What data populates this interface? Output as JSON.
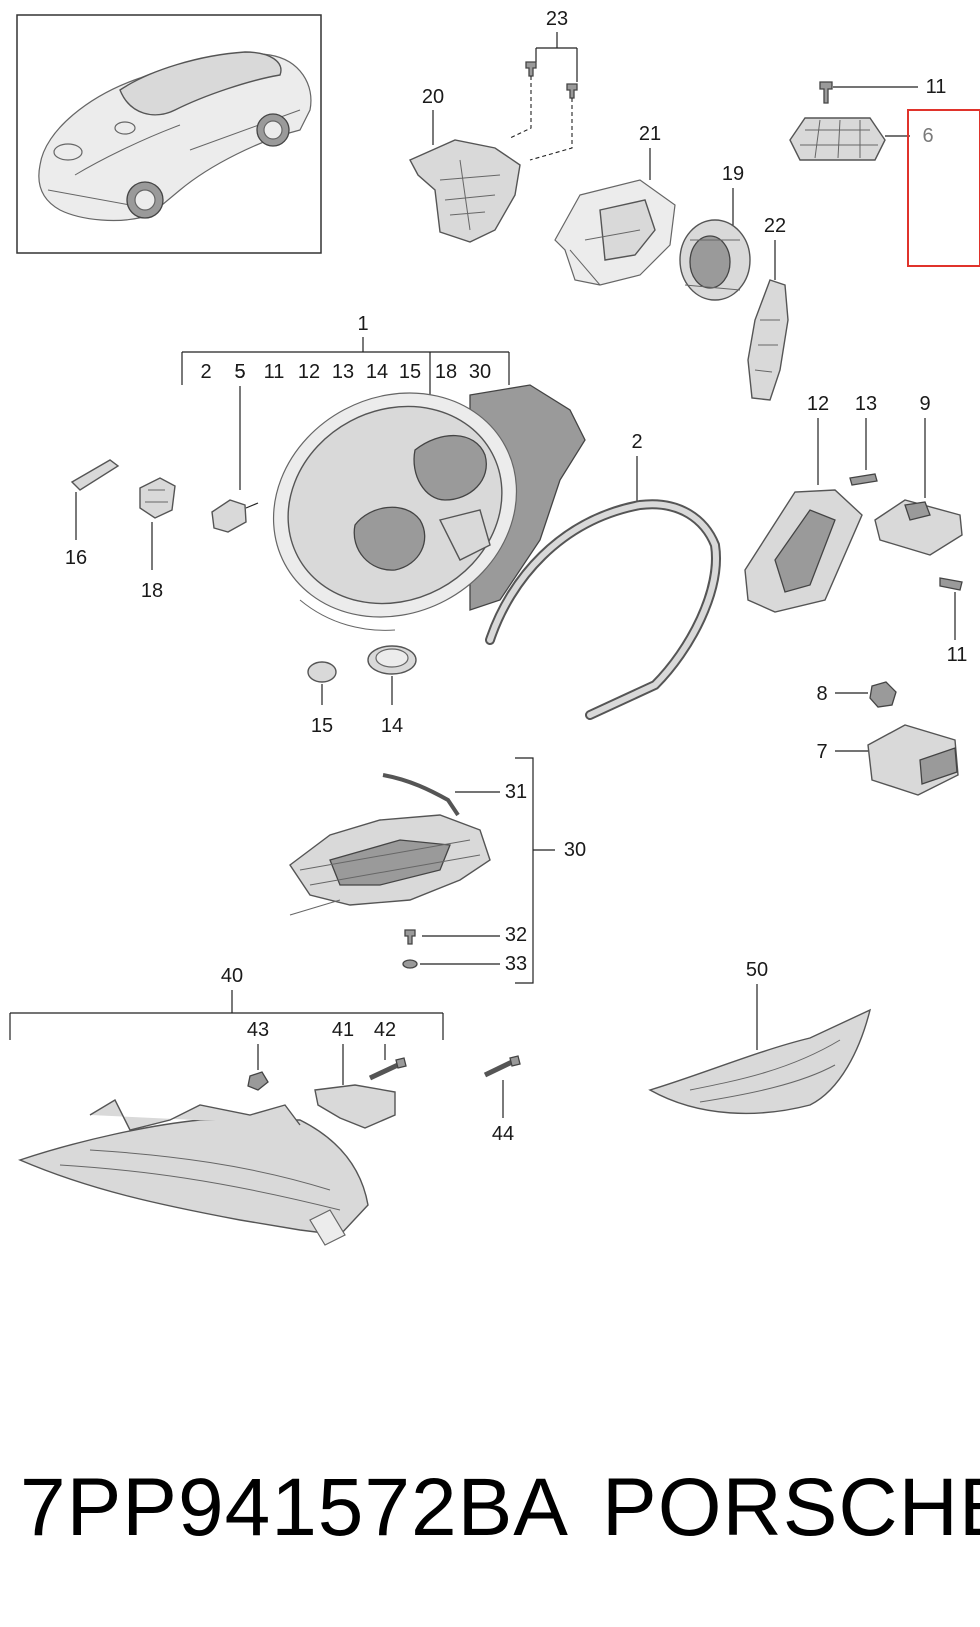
{
  "diagram": {
    "callouts": {
      "c1": "1",
      "c2": "2",
      "c5": "5",
      "c6": "6",
      "c7": "7",
      "c8": "8",
      "c9": "9",
      "c11": "11",
      "c12": "12",
      "c13": "13",
      "c14": "14",
      "c15": "15",
      "c16": "16",
      "c18": "18",
      "c19": "19",
      "c20": "20",
      "c21": "21",
      "c22": "22",
      "c23": "23",
      "c30": "30",
      "c31": "31",
      "c32": "32",
      "c33": "33",
      "c40": "40",
      "c41": "41",
      "c42": "42",
      "c43": "43",
      "c44": "44",
      "c50": "50"
    },
    "assembly_1_subparts": [
      "2",
      "5",
      "11",
      "12",
      "13",
      "14",
      "15",
      "18",
      "30"
    ],
    "highlight_color": "#e0332b"
  },
  "footer": {
    "part_number": "7PP941572BA",
    "brand": "PORSCHE"
  }
}
